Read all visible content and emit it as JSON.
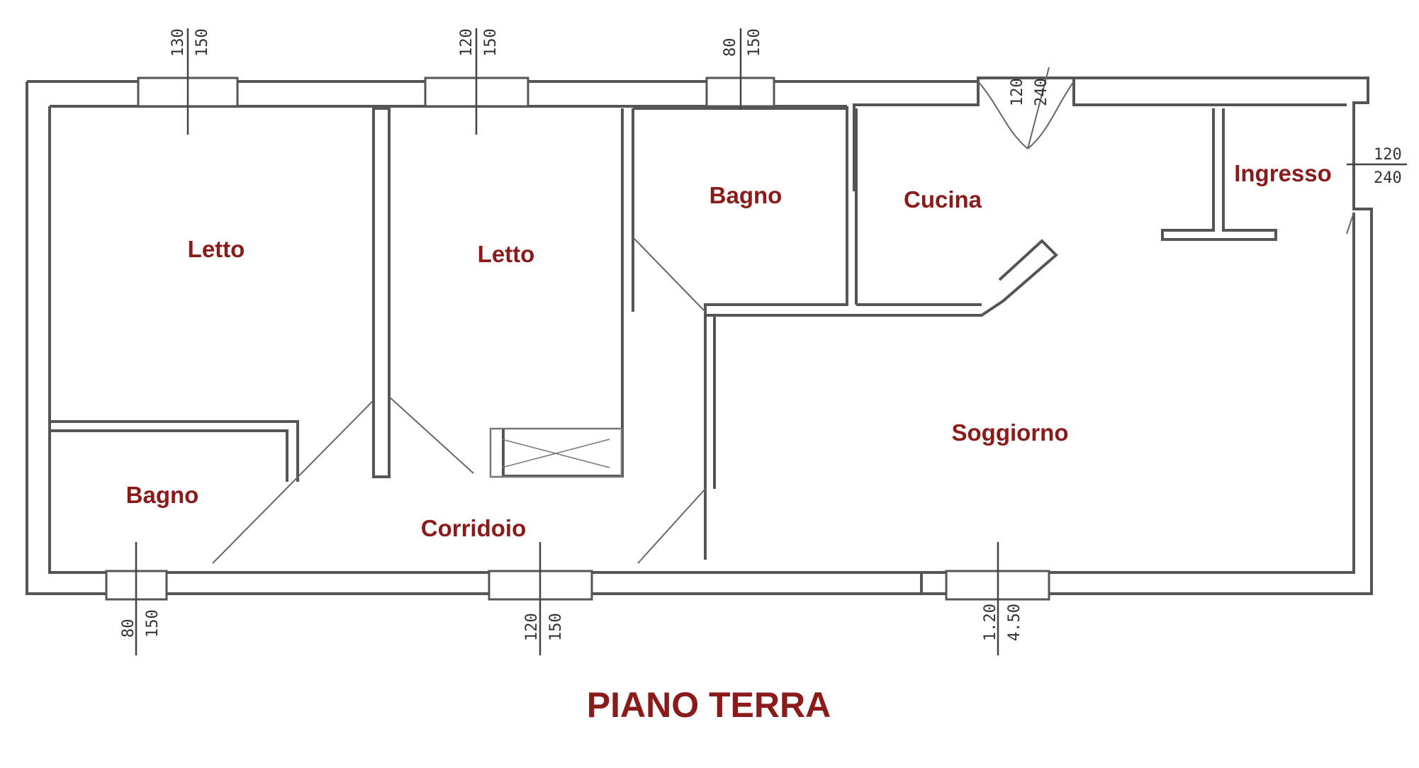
{
  "title": "PIANO TERRA",
  "colors": {
    "label": "#8b1a1a",
    "wall": "#555555"
  },
  "rooms": {
    "letto_1": "Letto",
    "letto_2": "Letto",
    "bagno_top": "Bagno",
    "cucina": "Cucina",
    "ingresso": "Ingresso",
    "bagno_bottom": "Bagno",
    "corridoio": "Corridoio",
    "soggiorno": "Soggiorno"
  },
  "openings": {
    "top_1": {
      "width": "130",
      "height": "150"
    },
    "top_2": {
      "width": "120",
      "height": "150"
    },
    "top_3": {
      "width": "80",
      "height": "150"
    },
    "door_top": {
      "width": "120",
      "height": "240"
    },
    "door_right": {
      "width": "120",
      "height": "240"
    },
    "bottom_1": {
      "width": "80",
      "height": "150"
    },
    "bottom_2": {
      "width": "120",
      "height": "150"
    },
    "bottom_3": {
      "width": "1.20",
      "height": "4.50"
    }
  }
}
